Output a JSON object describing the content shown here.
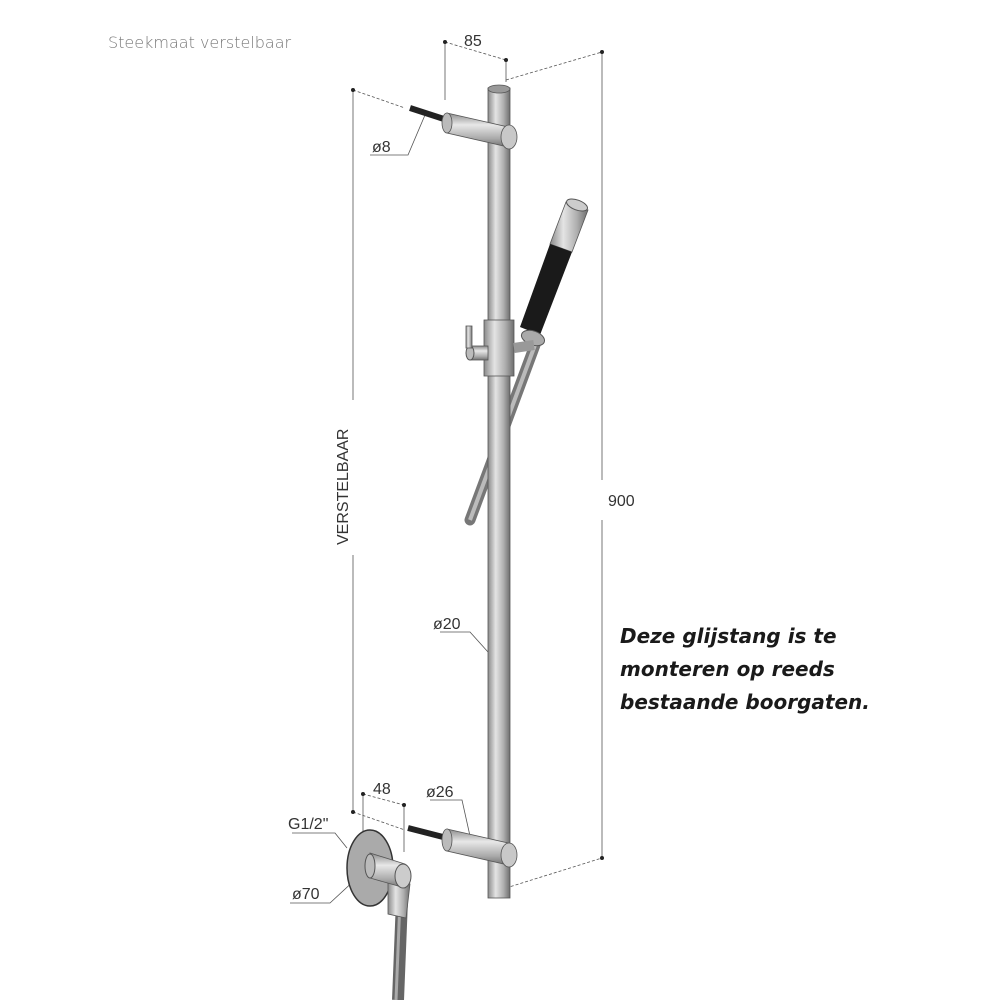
{
  "title": "Steekmaat verstelbaar",
  "dimensions": {
    "depth": "85",
    "height": "900",
    "adjustable": "VERSTELBAAR",
    "screw_diameter": "ø8",
    "rod_diameter": "ø20",
    "outlet_depth": "48",
    "bracket_diameter": "ø26",
    "thread": "G1/2\"",
    "outlet_diameter": "ø70"
  },
  "note": {
    "lines": [
      "Deze glijstang is te",
      "monteren op reeds",
      "bestaande boorgaten."
    ]
  },
  "colors": {
    "metal": "#a8a8a8",
    "grip": "#1a1a1a",
    "dimension_line": "#555555"
  }
}
